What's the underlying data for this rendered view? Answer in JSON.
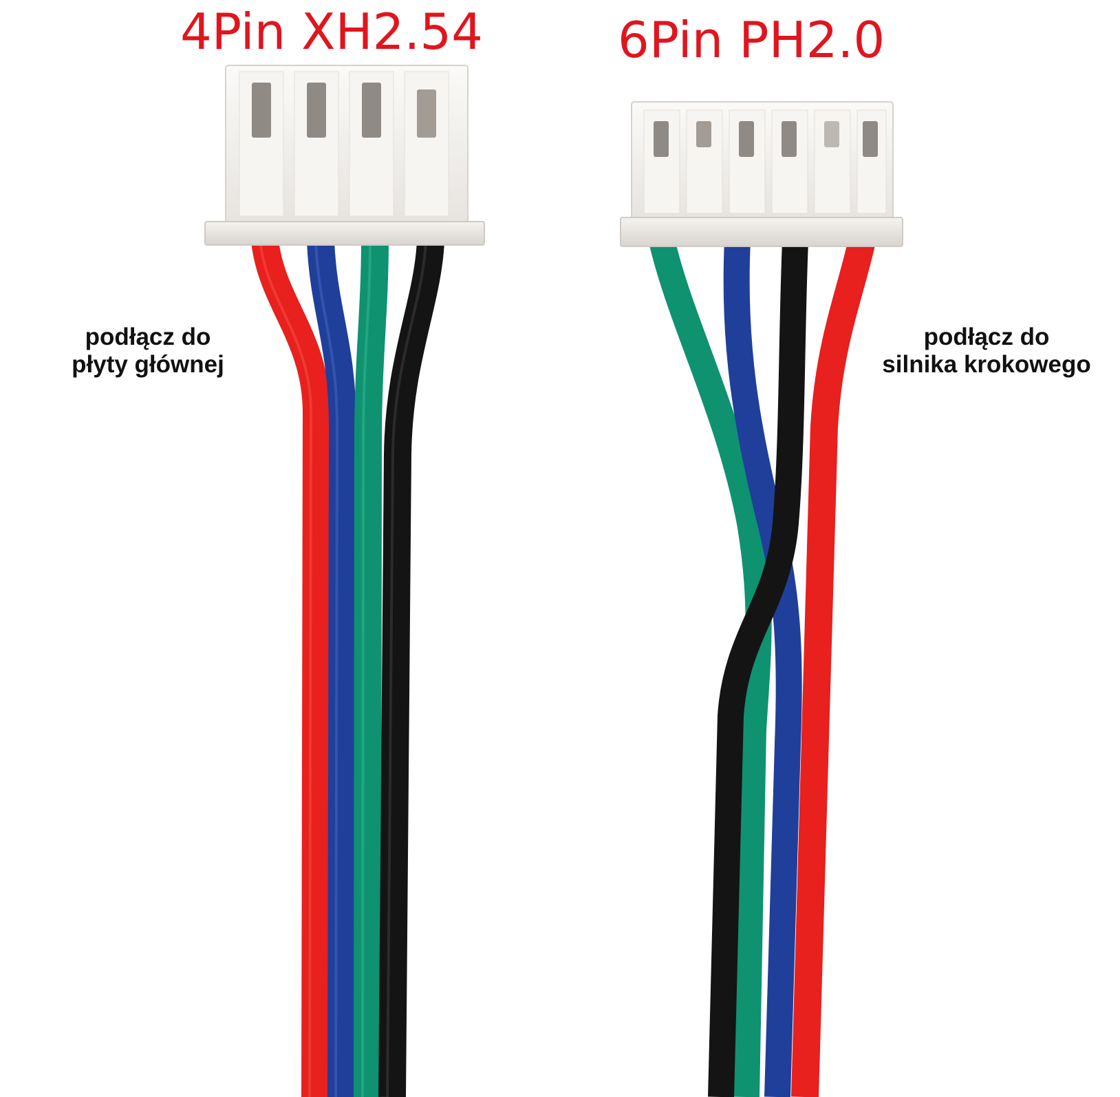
{
  "labels": {
    "left_connector": "4Pin XH2.54",
    "right_connector": "6Pin PH2.0",
    "left_note": [
      "podłącz do",
      "płyty głównej"
    ],
    "right_note": [
      "podłącz do",
      "silnika krokowego"
    ]
  },
  "colors": {
    "title": "#e0151d",
    "note": "#111111",
    "wire_red": "#e8201e",
    "wire_blue": "#1f3f9a",
    "wire_green": "#0f9270",
    "wire_black": "#141414",
    "connector_body": "#f3f1ee",
    "pin": "#8f8a84"
  },
  "left_connector": {
    "pins": 4,
    "wire_order": [
      "red",
      "blue",
      "green",
      "black"
    ]
  },
  "right_connector": {
    "pins": 6,
    "wire_order": [
      "green",
      "blue",
      "black",
      "red"
    ]
  }
}
